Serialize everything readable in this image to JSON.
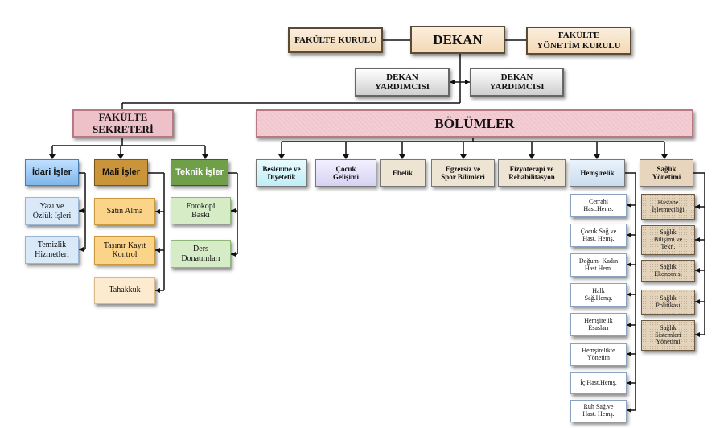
{
  "top": {
    "dekan": "DEKAN",
    "fakulte_kurulu": "FAKÜLTE KURULU",
    "yonetim_kurulu": "FAKÜLTE\nYÖNETİM KURULU",
    "yardimci_1": "DEKAN\nYARDIMCISI",
    "yardimci_2": "DEKAN\nYARDIMCISI"
  },
  "sekreter": {
    "title": "FAKÜLTE\nSEKRETERİ",
    "units": [
      {
        "name": "İdari İşler",
        "items": [
          "Yazı ve\nÖzlük İşleri",
          "Temizlik\nHizmetleri"
        ]
      },
      {
        "name": "Mali İşler",
        "items": [
          "Satın Alma",
          "Taşınır Kayıt\nKontrol",
          "Tahakkuk"
        ]
      },
      {
        "name": "Teknik İşler",
        "items": [
          "Fotokopi\nBaskı",
          "Ders\nDonatımları"
        ]
      }
    ]
  },
  "bolumler": {
    "title": "BÖLÜMLER",
    "departments": [
      "Beslenme ve\nDiyetetik",
      "Çocuk\nGelişimi",
      "Ebelik",
      "Egzersiz ve\nSpor Bilimleri",
      "Fizyoterapi ve\nRehabilitasyon",
      "Hemşirelik",
      "Sağlık\nYönetimi"
    ],
    "hemsirelik_sub": [
      "Cerrahi\nHast.Hems.",
      "Çocuk Sağ.ve\nHast. Hemş.",
      "Doğum- Kadın\nHast.Hem.",
      "Halk\nSağ.Hemş.",
      "Hemşirelik\nEsasları",
      "Hemşirelikte\nYönetim",
      "İç Hast.Hemş.",
      "Ruh Sağ.ve\nHast. Hemş."
    ],
    "saglik_yonetimi_sub": [
      "Hastane\nİşletmeciliği",
      "Sağlık\nBilişimi ve\nTekn.",
      "Sağlık\nEkonomisi",
      "Sağlık\nPolitikası",
      "Sağlık\nSistemleri\nYönetimi"
    ]
  },
  "colors": {
    "line": "#111111",
    "dekan_fill": "#f3d9b5",
    "sekreter_fill": "#eec0c8",
    "idari": "#7fb6ea",
    "mali": "#c9943a",
    "teknik": "#6f9f48"
  }
}
